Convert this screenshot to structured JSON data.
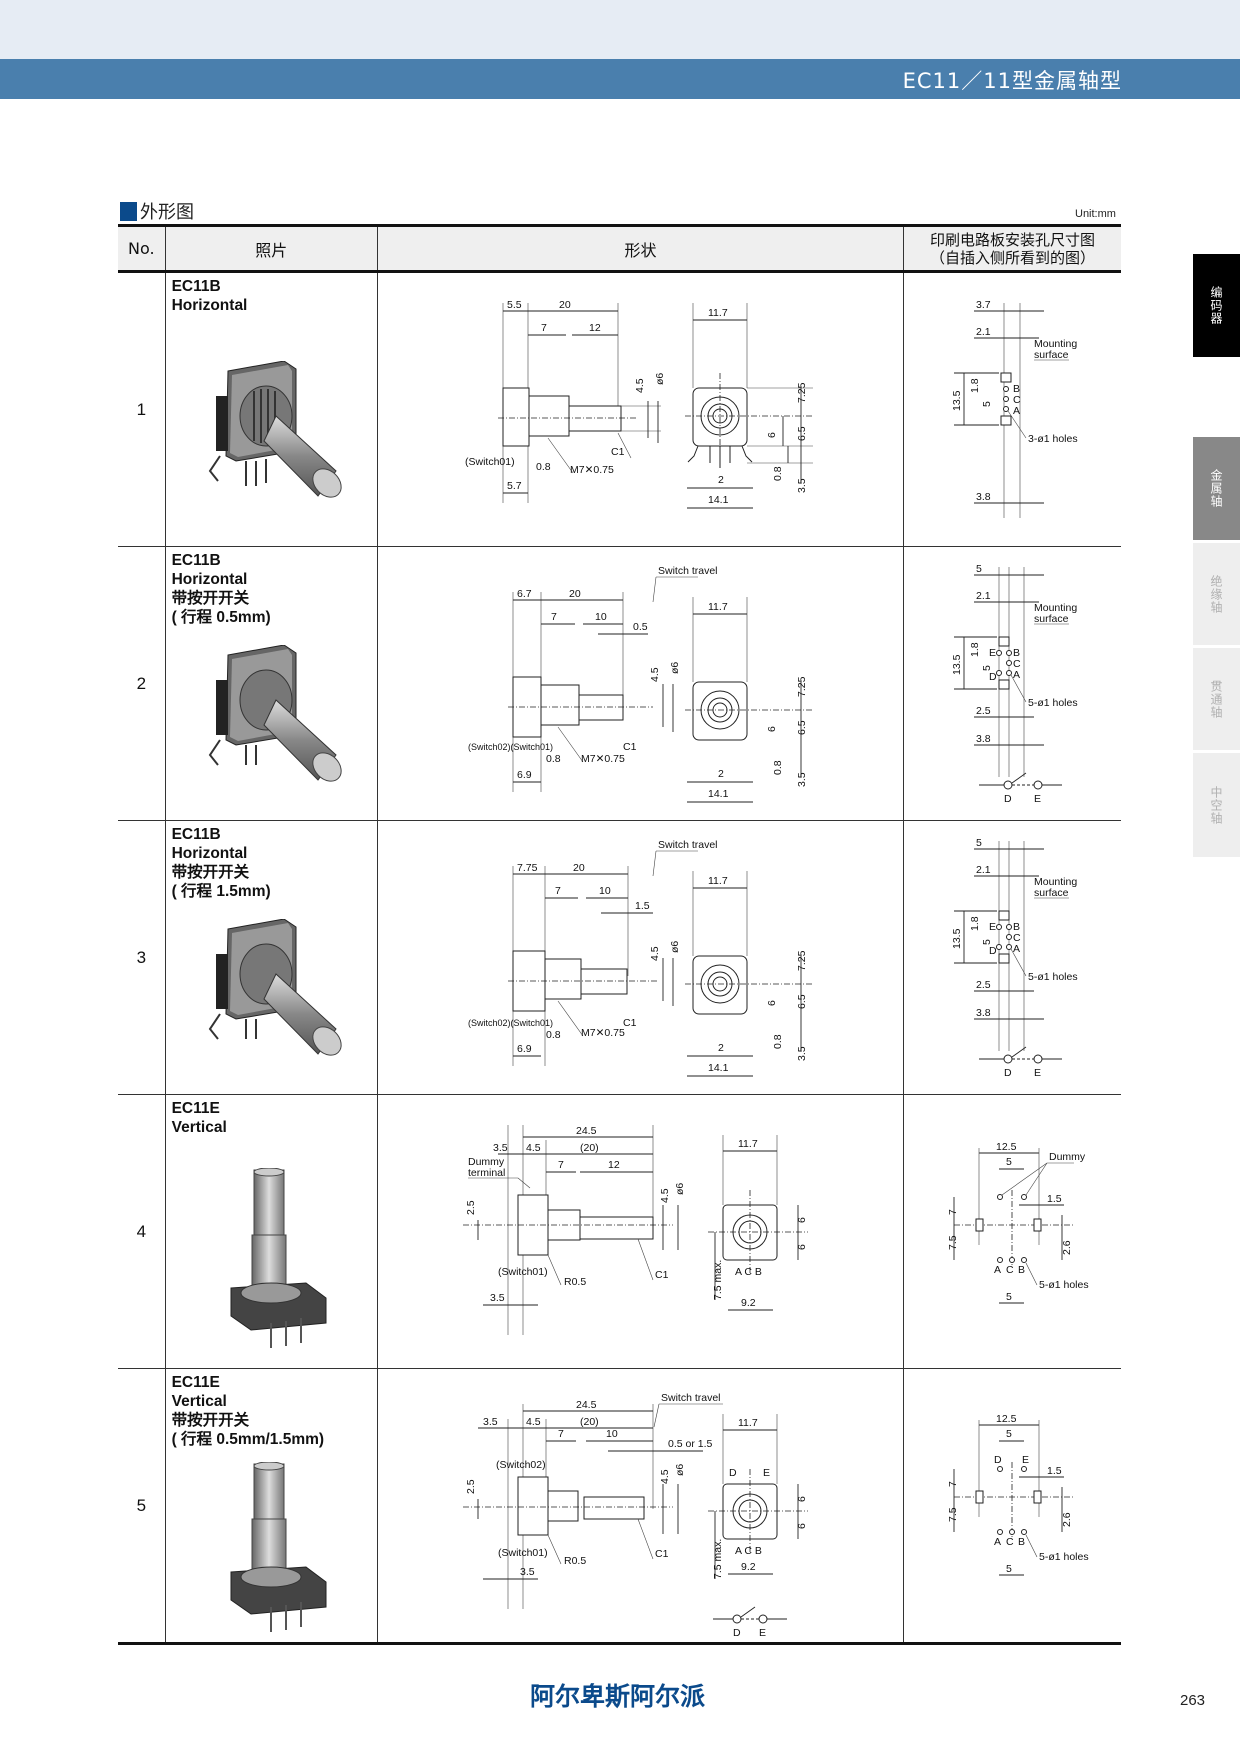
{
  "header": {
    "title": "EC11／11型金属轴型",
    "color": "#4a7fad"
  },
  "section": {
    "title": "外形图",
    "unit": "Unit:mm"
  },
  "table": {
    "columns": [
      "No.",
      "照片",
      "形状",
      "印刷电路板安装孔尺寸图\n（自插入侧所看到的图）"
    ],
    "rows": [
      {
        "no": "1",
        "label": "EC11B\nHorizontal",
        "shape": {
          "side_dims": [
            "5.5",
            "20",
            "7",
            "12",
            "4.5",
            "ø6",
            "C1",
            "(Switch01)",
            "0.8",
            "M7✕0.75",
            "5.7"
          ],
          "front_dims": [
            "11.7",
            "7.25",
            "6",
            "6.5",
            "0.8",
            "3.5",
            "2",
            "14.1"
          ]
        },
        "pcb": {
          "dims": [
            "3.7",
            "2.1",
            "13.5",
            "1.8",
            "5",
            "3.8"
          ],
          "pins": [
            "B",
            "C",
            "A"
          ],
          "mounting_label": "Mounting surface",
          "holes_label": "3-ø1 holes"
        }
      },
      {
        "no": "2",
        "label": "EC11B\nHorizontal\n带按开开关\n( 行程 0.5mm)",
        "shape": {
          "switch_travel_label": "Switch travel",
          "side_dims": [
            "6.7",
            "20",
            "7",
            "10",
            "0.5",
            "4.5",
            "ø6",
            "C1",
            "(Switch02)(Switch01)",
            "0.8",
            "M7✕0.75",
            "6.9"
          ],
          "front_dims": [
            "11.7",
            "7.25",
            "6",
            "6.5",
            "0.8",
            "3.5",
            "2",
            "14.1"
          ]
        },
        "pcb": {
          "dims": [
            "5",
            "2.1",
            "13.5",
            "1.8",
            "5",
            "2.5",
            "3.8"
          ],
          "pins": [
            "E",
            "B",
            "C",
            "D",
            "A"
          ],
          "mounting_label": "Mounting surface",
          "holes_label": "5-ø1 holes",
          "switch_symbol": [
            "D",
            "E"
          ]
        }
      },
      {
        "no": "3",
        "label": "EC11B\nHorizontal\n带按开开关\n( 行程 1.5mm)",
        "shape": {
          "switch_travel_label": "Switch travel",
          "side_dims": [
            "7.75",
            "20",
            "7",
            "10",
            "1.5",
            "4.5",
            "ø6",
            "C1",
            "(Switch02)(Switch01)",
            "0.8",
            "M7✕0.75",
            "6.9"
          ],
          "front_dims": [
            "11.7",
            "7.25",
            "6",
            "6.5",
            "0.8",
            "3.5",
            "2",
            "14.1"
          ]
        },
        "pcb": {
          "dims": [
            "5",
            "2.1",
            "13.5",
            "1.8",
            "5",
            "2.5",
            "3.8"
          ],
          "pins": [
            "E",
            "B",
            "C",
            "D",
            "A"
          ],
          "mounting_label": "Mounting surface",
          "holes_label": "5-ø1 holes",
          "switch_symbol": [
            "D",
            "E"
          ]
        }
      },
      {
        "no": "4",
        "label": "EC11E\nVertical",
        "shape": {
          "side_dims": [
            "24.5",
            "3.5",
            "4.5",
            "(20)",
            "Dummy terminal",
            "7",
            "12",
            "2.5",
            "4.5",
            "ø6",
            "(Switch01)",
            "R0.5",
            "C1",
            "3.5"
          ],
          "front_dims": [
            "11.7",
            "6",
            "6",
            "7.5 max.",
            "A C B",
            "9.2"
          ]
        },
        "pcb": {
          "dims": [
            "12.5",
            "5",
            "1.5",
            "7",
            "7.5",
            "2.6",
            "5"
          ],
          "pins": [
            "A",
            "C",
            "B"
          ],
          "dummy_label": "Dummy",
          "holes_label": "5-ø1 holes"
        }
      },
      {
        "no": "5",
        "label": "EC11E\nVertical\n带按开开关\n( 行程 0.5mm/1.5mm)",
        "shape": {
          "switch_travel_label": "Switch travel",
          "side_dims": [
            "24.5",
            "3.5",
            "4.5",
            "(20)",
            "7",
            "10",
            "0.5 or 1.5",
            "(Switch02)",
            "2.5",
            "4.5",
            "ø6",
            "(Switch01)",
            "R0.5",
            "C1",
            "3.5"
          ],
          "front_dims": [
            "11.7",
            "D",
            "E",
            "6",
            "6",
            "7.5 max.",
            "A C B",
            "9.2"
          ],
          "switch_symbol": [
            "D",
            "E"
          ]
        },
        "pcb": {
          "dims": [
            "12.5",
            "5",
            "1.5",
            "7",
            "7.5",
            "2.6",
            "5"
          ],
          "pins": [
            "D",
            "E",
            "A",
            "C",
            "B"
          ],
          "holes_label": "5-ø1 holes"
        }
      }
    ]
  },
  "side_tabs": [
    {
      "label": "编码器",
      "state": "active"
    },
    {
      "label": "金属轴",
      "state": "current"
    },
    {
      "label": "绝缘轴",
      "state": "idle"
    },
    {
      "label": "贯通轴",
      "state": "idle"
    },
    {
      "label": "中空轴",
      "state": "idle"
    }
  ],
  "footer": {
    "brand": "阿尔卑斯阿尔派",
    "brand_color": "#0b4a8b",
    "page_number": "263"
  }
}
